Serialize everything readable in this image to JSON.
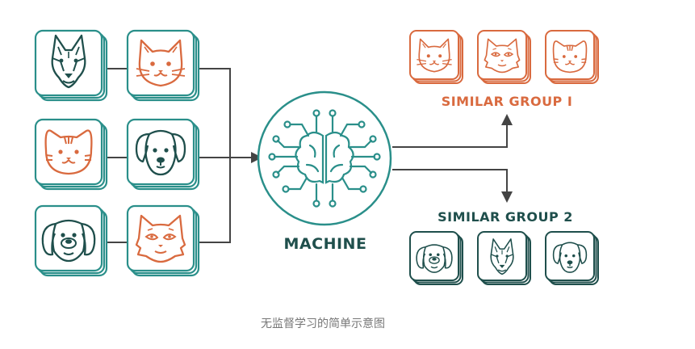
{
  "colors": {
    "teal": "#2a8f8a",
    "teal_dark": "#1f4f4c",
    "orange": "#d96a3f",
    "line": "#444444"
  },
  "inputs": [
    {
      "animal": "dog",
      "icon": "german-shepherd-dog-icon"
    },
    {
      "animal": "cat",
      "icon": "cat-icon"
    },
    {
      "animal": "cat",
      "icon": "tabby-cat-icon"
    },
    {
      "animal": "dog",
      "icon": "puppy-dog-icon"
    },
    {
      "animal": "dog",
      "icon": "floppy-ear-dog-icon"
    },
    {
      "animal": "cat",
      "icon": "fluffy-cat-icon"
    }
  ],
  "machine": {
    "label": "MACHINE",
    "icon": "brain-circuit-icon"
  },
  "groups": [
    {
      "label": "SIMILAR GROUP I",
      "color": "#d96a3f",
      "icons": [
        "cat-icon",
        "cat-icon",
        "cat-icon"
      ]
    },
    {
      "label": "SIMILAR GROUP 2",
      "color": "#1f4f4c",
      "icons": [
        "dog-icon",
        "german-shepherd-dog-icon",
        "puppy-dog-icon"
      ]
    }
  ],
  "caption": "无监督学习的简单示意图"
}
